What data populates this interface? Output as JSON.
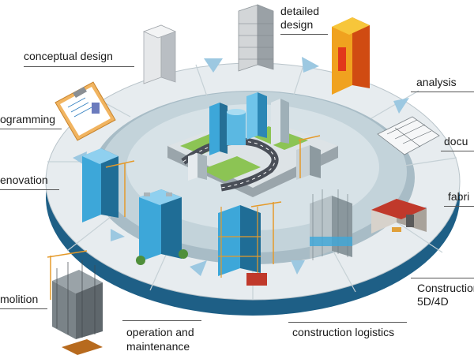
{
  "diagram": {
    "stages": [
      {
        "key": "conceptual",
        "label": "conceptual design"
      },
      {
        "key": "detailed",
        "line1": "detailed",
        "line2": "design"
      },
      {
        "key": "analysis",
        "label": "analysis"
      },
      {
        "key": "documentation",
        "label": "docu"
      },
      {
        "key": "fabrication",
        "label": "fabri"
      },
      {
        "key": "construction",
        "line1": "Construction",
        "line2": "5D/4D"
      },
      {
        "key": "logistics",
        "label": "construction logistics"
      },
      {
        "key": "operation",
        "line1": "operation and",
        "line2": "maintenance"
      },
      {
        "key": "demolition",
        "label": "molition"
      },
      {
        "key": "renovation",
        "label": "enovation"
      },
      {
        "key": "programming",
        "label": "ogramming"
      }
    ],
    "colors": {
      "ring_top": "#e7ecef",
      "ring_side": "#1e5f86",
      "inner_pool": "#c3d3da",
      "city_ground": "#dde3e6",
      "grass": "#8cc454",
      "road": "#4a4f58",
      "glass": "#3da7d9",
      "arrow": "#9cc8e1"
    }
  }
}
